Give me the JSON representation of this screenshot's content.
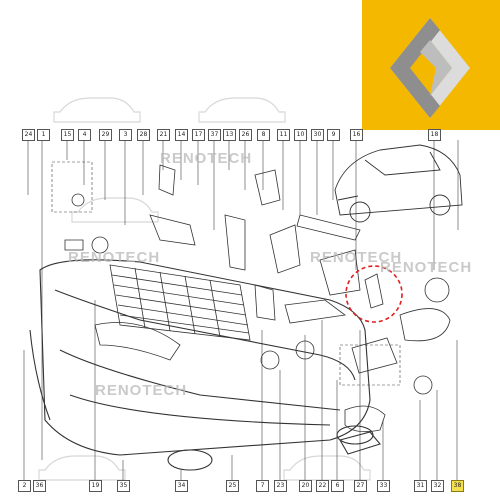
{
  "brand": {
    "logo_name": "renault-diamond-logo",
    "logo_bg": "#f5b800",
    "logo_face_light": "#dcdcdc",
    "logo_face_dark": "#8e8e8e"
  },
  "watermark": "RENOTECH",
  "highlight_color": "#e02020",
  "callouts_top": [
    "24",
    "1",
    "15",
    "4",
    "29",
    "3",
    "28",
    "21",
    "14",
    "17",
    "37",
    "13",
    "26",
    "8",
    "11",
    "10",
    "30",
    "9",
    "16",
    "18"
  ],
  "callouts_bottom": [
    "2",
    "36",
    "19",
    "35",
    "34",
    "25",
    "7",
    "23",
    "20",
    "22",
    "6",
    "27",
    "33",
    "31",
    "32",
    "38"
  ]
}
